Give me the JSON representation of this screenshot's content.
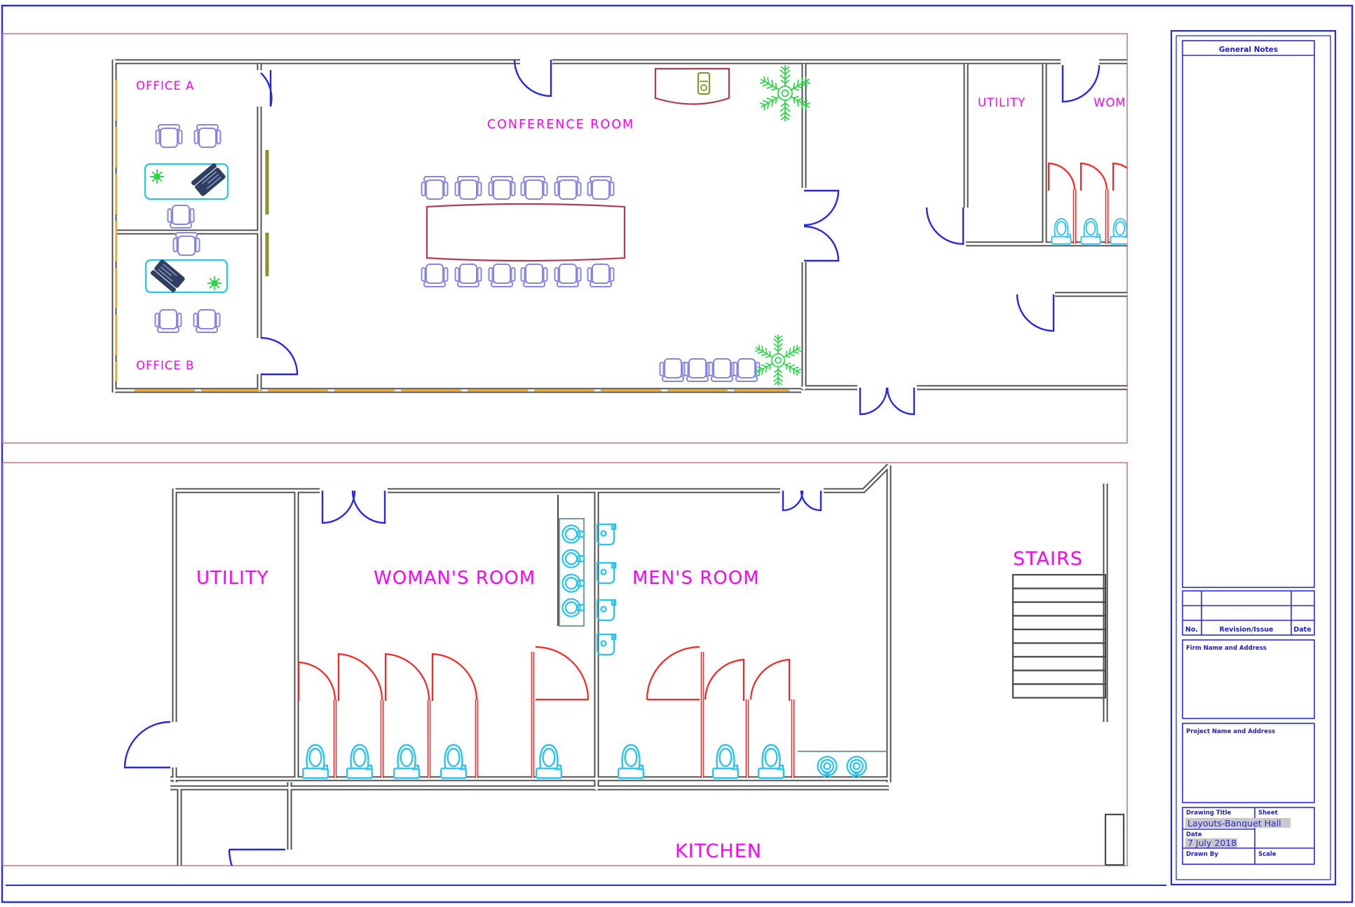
{
  "floor1": {
    "office_a": "OFFICE A",
    "office_b": "OFFICE B",
    "conference": "CONFERENCE ROOM",
    "utility": "UTILITY",
    "womens_clipped": "WOM"
  },
  "floor2": {
    "utility": "UTILITY",
    "womans_room": "WOMAN'S ROOM",
    "mens_room": "MEN'S ROOM",
    "kitchen": "KITCHEN",
    "stairs": "STAIRS"
  },
  "title_block": {
    "general_notes": "General Notes",
    "revision": {
      "no": "No.",
      "issue": "Revision/Issue",
      "date": "Date"
    },
    "firm": "Firm Name and Address",
    "project": "Project Name and Address",
    "drawing_title_label": "Drawing Title",
    "drawing_title_value": "Layouts-Banquet Hall",
    "date_label": "Date",
    "date_value": "7 July 2018",
    "drawn_by_label": "Drawn By",
    "sheet_label": "Sheet",
    "scale_label": "Scale"
  },
  "colors": {
    "wall": "#4a4a4a",
    "label_magenta": "#ff00ff",
    "border_pink": "#c97f88",
    "border_blue": "#2828f0",
    "door_blue": "#2626ee",
    "stall_red": "#ff2222",
    "fixture_cyan": "#29c4f2",
    "furniture_periwinkle": "#8585ea",
    "table_crimson": "#b23a4d",
    "plant_green": "#21d83f",
    "window_yellow": "#f0aa28",
    "olive": "#8a9428",
    "counter_teal": "#7f9f9f",
    "laptop_navy": "#2e3f63",
    "highlight_gray": "#c9c9c9"
  }
}
